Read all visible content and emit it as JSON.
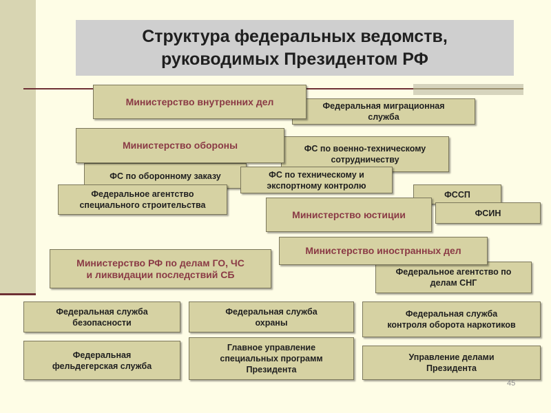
{
  "title": "Структура федеральных ведомств,\nруководимых Президентом РФ",
  "boxes": {
    "fms": "Федеральная миграционная\nслужба",
    "mvd": "Министерство внутренних дел",
    "fsvts": "ФС по военно-техническому\nсотрудничеству",
    "mo": "Министерство обороны",
    "fsoz": "ФС по оборонному заказу",
    "fstek": "ФС по техническому и\nэкспортному контролю",
    "spetsstroy": "Федеральное агентство\nспециального строительства",
    "fssp": "ФССП",
    "fsin": "ФСИН",
    "minjust": "Министерство юстиции",
    "mchs": "Министерство РФ по делам ГО, ЧС\nи ликвидации последствий СБ",
    "mid": "Министерство иностранных дел",
    "sng": "Федеральное агентство по\nделам СНГ",
    "fsb": "Федеральная служба\nбезопасности",
    "fso": "Федеральная служба\nохраны",
    "fskn": "Федеральная служба\nконтроля оборота наркотиков",
    "feldsvyaz": "Федеральная\nфельдегерская служба",
    "gusp": "Главное управление\nспециальных программ\nПрезидента",
    "udp": "Управление делами\nПрезидента"
  },
  "page_number": "45"
}
